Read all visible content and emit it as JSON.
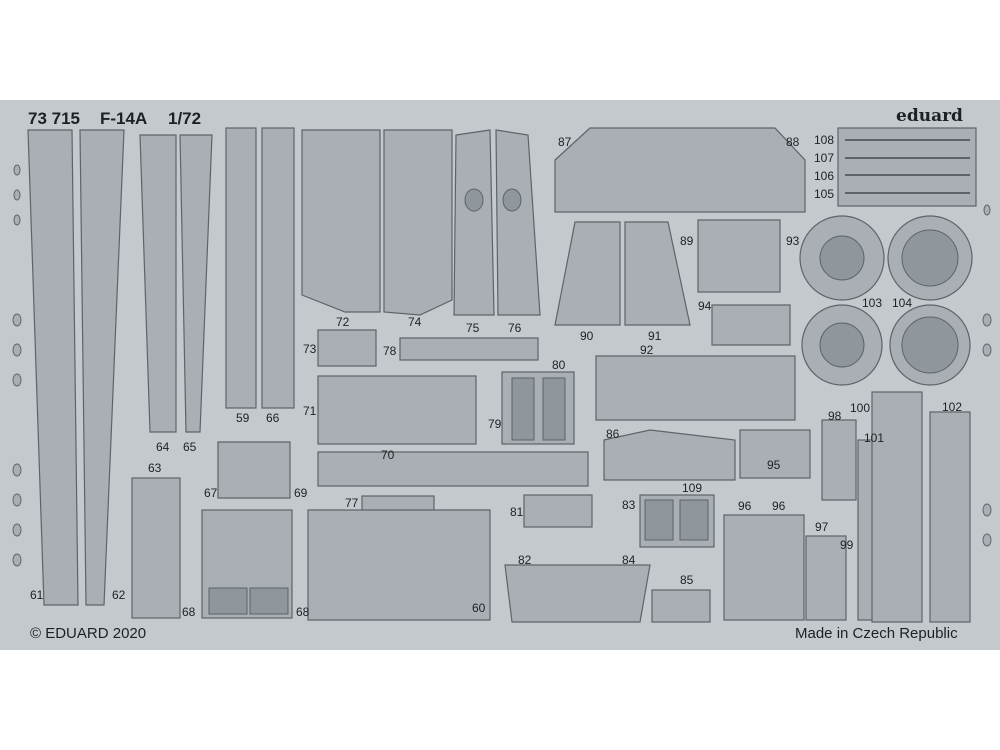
{
  "header": {
    "set_number": "73 715",
    "aircraft": "F-14A",
    "scale": "1/72",
    "brand": "eduard"
  },
  "footer": {
    "copyright": "© EDUARD 2020",
    "origin": "Made in Czech Republic"
  },
  "part_numbers": [
    "61",
    "62",
    "64",
    "65",
    "59",
    "66",
    "72",
    "74",
    "75",
    "76",
    "73",
    "78",
    "71",
    "80",
    "79",
    "87",
    "88",
    "89",
    "93",
    "90",
    "91",
    "94",
    "92",
    "108",
    "107",
    "106",
    "105",
    "103",
    "104",
    "63",
    "67",
    "69",
    "70",
    "77",
    "81",
    "86",
    "95",
    "83",
    "109",
    "96",
    "96",
    "97",
    "99",
    "98",
    "100",
    "101",
    "102",
    "68",
    "68",
    "60",
    "82",
    "84",
    "85"
  ],
  "colors": {
    "fret": "#c4c9cd",
    "part": "#a9afb4",
    "part_dark": "#8f969c",
    "outline": "#5d6469",
    "text": "#1e2124"
  }
}
